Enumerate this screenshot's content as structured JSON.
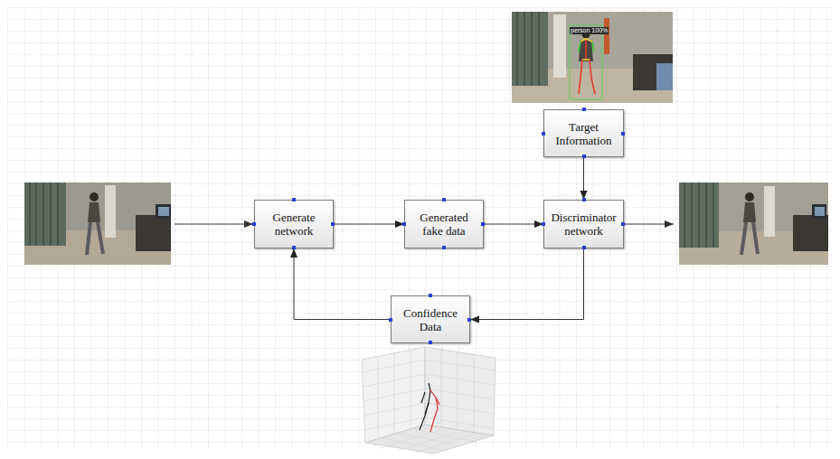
{
  "diagram": {
    "nodes": [
      {
        "text": [
          "Generate network"
        ]
      },
      {
        "text": [
          "Generated fake data"
        ]
      },
      {
        "text": [
          "Target Information"
        ]
      },
      {
        "text": [
          "Discriminator network"
        ]
      },
      {
        "text": [
          "Confidence Data"
        ]
      }
    ],
    "edges": [
      {
        "from": 0,
        "to": 1,
        "arrow": "to"
      },
      {
        "from": 1,
        "to": 3,
        "arrow": "to"
      },
      {
        "from": 2,
        "to": 3,
        "arrow": "to"
      },
      {
        "from": 3,
        "to": 4,
        "arrow": "to"
      },
      {
        "from": 4,
        "to": 0,
        "arrow": "to"
      }
    ],
    "labels": [
      "person 100%"
    ]
  }
}
